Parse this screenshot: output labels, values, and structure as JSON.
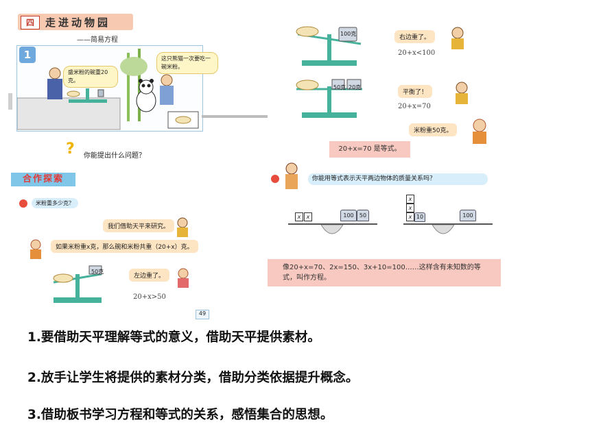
{
  "unit": {
    "number": "四",
    "title": "走进动物园",
    "subtitle": "——简易方程"
  },
  "example": {
    "number": "1",
    "speech_person": "盛米粉的碗重20克。",
    "speech_keeper": "这只熊猫一次要吃一碗米粉。",
    "question": "你能提出什么问题？"
  },
  "coop": {
    "label": "合作探索",
    "q1": "米粉重多少克？",
    "s1": "我们借助天平来研究。",
    "s2": "如果米粉重x克，那么碗和米粉共重（20+x）克。",
    "s3": "左边重了。",
    "f1": "20+x>50",
    "page": "49"
  },
  "right": {
    "r1_bubble": "右边重了。",
    "r1_formula": "20+x<100",
    "r2_bubble": "平衡了！",
    "r2_formula": "20+x=70",
    "r3_bubble": "米粉重50克。",
    "equation_box": "20+x=70 是等式。",
    "question": "你能用等式表示天平两边物体的质量关系吗？",
    "w100": "100克",
    "w50": "50克",
    "w20": "20克",
    "b100": "100",
    "b50": "50",
    "b10": "10",
    "x": "x",
    "definition": "像20+x=70、2x=150、3x+10=100……这样含有未知数的等式，叫作方程。"
  },
  "notes": [
    "1.要借助天平理解等式的意义，借助天平提供素材。",
    "2.放手让学生将提供的素材分类，借助分类依据提升概念。",
    "3.借助板书学习方程和等式的关系，感悟集合的思想。"
  ],
  "colors": {
    "accent_red": "#e53935",
    "pink_box": "#f8c9c0",
    "coop_blue": "#7fc6e8"
  }
}
